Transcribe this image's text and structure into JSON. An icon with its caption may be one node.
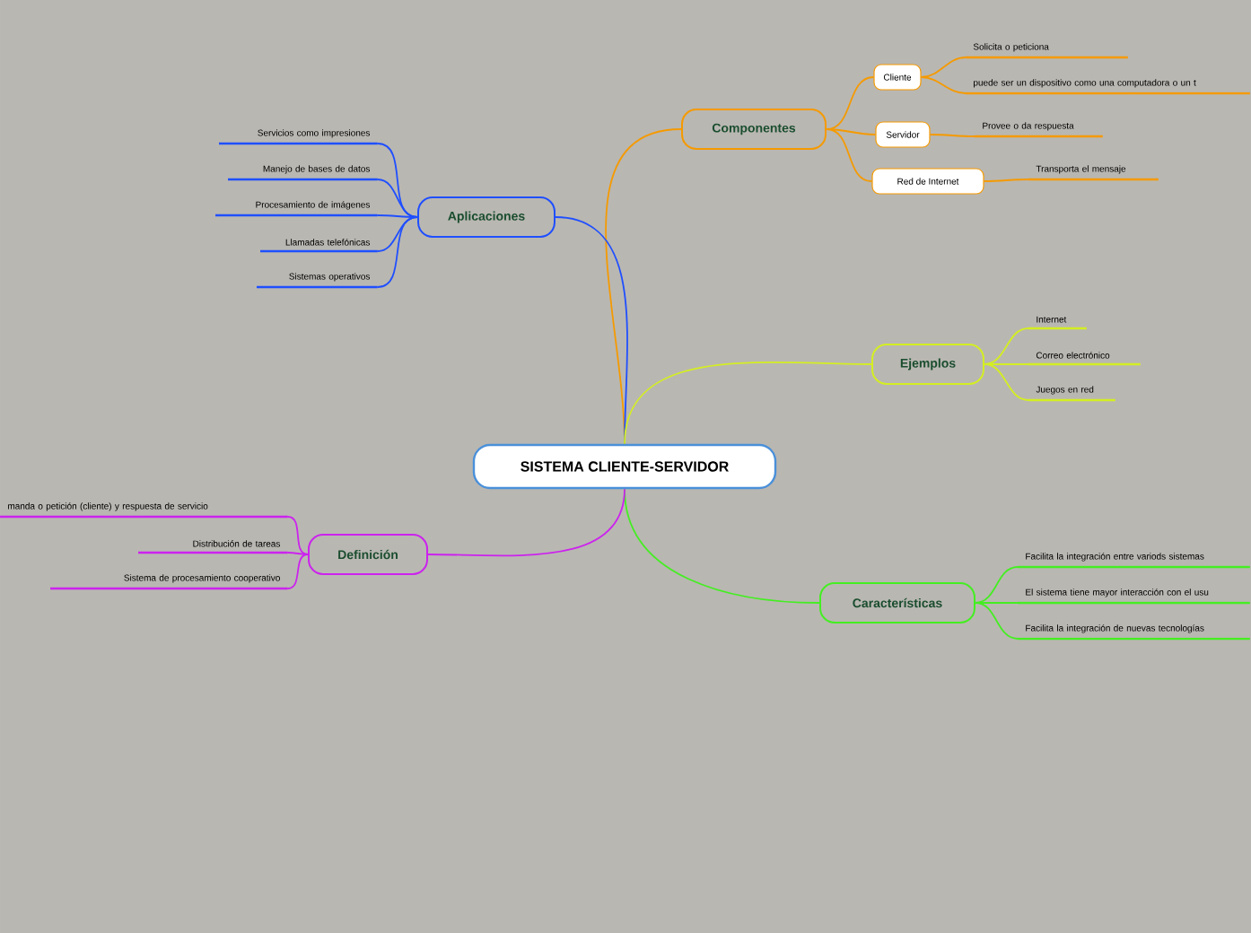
{
  "diagram": {
    "nodes": [
      {
        "text": [
          "SISTEMA CLIENTE-SERVIDOR"
        ]
      },
      {
        "text": [
          "Componentes"
        ]
      },
      {
        "text": [
          "Cliente"
        ]
      },
      {
        "text": [
          "Solicita o peticiona"
        ]
      },
      {
        "text": [
          "puede ser un dispositivo como una computadora o un t"
        ]
      },
      {
        "text": [
          "Servidor"
        ]
      },
      {
        "text": [
          "Provee o da respuesta"
        ]
      },
      {
        "text": [
          "Red de Internet"
        ]
      },
      {
        "text": [
          "Transporta el mensaje"
        ]
      },
      {
        "text": [
          "Aplicaciones"
        ]
      },
      {
        "text": [
          "Servicios como impresiones"
        ]
      },
      {
        "text": [
          "Manejo de bases de datos"
        ]
      },
      {
        "text": [
          "Procesamiento de imágenes"
        ]
      },
      {
        "text": [
          "Llamadas telefónicas"
        ]
      },
      {
        "text": [
          "Sistemas operativos"
        ]
      },
      {
        "text": [
          "Ejemplos"
        ]
      },
      {
        "text": [
          "Internet"
        ]
      },
      {
        "text": [
          "Correo electrónico"
        ]
      },
      {
        "text": [
          "Juegos en red"
        ]
      },
      {
        "text": [
          "Características"
        ]
      },
      {
        "text": [
          "Facilita la integración entre variods sistemas"
        ]
      },
      {
        "text": [
          "El sistema tiene mayor interacción con el usu"
        ]
      },
      {
        "text": [
          "Facilita la integración de nuevas tecnologías"
        ]
      },
      {
        "text": [
          "Definición"
        ]
      },
      {
        "text": [
          "manda o petición (cliente) y respuesta de servicio"
        ]
      },
      {
        "text": [
          "Distribución de tareas"
        ]
      },
      {
        "text": [
          "Sistema de procesamiento cooperativo"
        ]
      }
    ],
    "edges": [
      {
        "from": 0,
        "to": 1,
        "arrow": "none",
        "color": "#f59a00"
      },
      {
        "from": 1,
        "to": 2,
        "arrow": "none",
        "color": "#f59a00"
      },
      {
        "from": 2,
        "to": 3,
        "arrow": "none",
        "color": "#f59a00"
      },
      {
        "from": 2,
        "to": 4,
        "arrow": "none",
        "color": "#f59a00"
      },
      {
        "from": 1,
        "to": 5,
        "arrow": "none",
        "color": "#f59a00"
      },
      {
        "from": 5,
        "to": 6,
        "arrow": "none",
        "color": "#f59a00"
      },
      {
        "from": 1,
        "to": 7,
        "arrow": "none",
        "color": "#f59a00"
      },
      {
        "from": 7,
        "to": 8,
        "arrow": "none",
        "color": "#f59a00"
      },
      {
        "from": 0,
        "to": 9,
        "arrow": "none",
        "color": "#1f4fff"
      },
      {
        "from": 9,
        "to": 10,
        "arrow": "none",
        "color": "#1f4fff"
      },
      {
        "from": 9,
        "to": 11,
        "arrow": "none",
        "color": "#1f4fff"
      },
      {
        "from": 9,
        "to": 12,
        "arrow": "none",
        "color": "#1f4fff"
      },
      {
        "from": 9,
        "to": 13,
        "arrow": "none",
        "color": "#1f4fff"
      },
      {
        "from": 9,
        "to": 14,
        "arrow": "none",
        "color": "#1f4fff"
      },
      {
        "from": 0,
        "to": 15,
        "arrow": "none",
        "color": "#d4ee22"
      },
      {
        "from": 15,
        "to": 16,
        "arrow": "none",
        "color": "#d4ee22"
      },
      {
        "from": 15,
        "to": 17,
        "arrow": "none",
        "color": "#d4ee22"
      },
      {
        "from": 15,
        "to": 18,
        "arrow": "none",
        "color": "#d4ee22"
      },
      {
        "from": 0,
        "to": 19,
        "arrow": "none",
        "color": "#44ee22"
      },
      {
        "from": 19,
        "to": 20,
        "arrow": "none",
        "color": "#44ee22"
      },
      {
        "from": 19,
        "to": 21,
        "arrow": "none",
        "color": "#44ee22"
      },
      {
        "from": 19,
        "to": 22,
        "arrow": "none",
        "color": "#44ee22"
      },
      {
        "from": 0,
        "to": 23,
        "arrow": "none",
        "color": "#cc22ee"
      },
      {
        "from": 23,
        "to": 24,
        "arrow": "none",
        "color": "#cc22ee"
      },
      {
        "from": 23,
        "to": 25,
        "arrow": "none",
        "color": "#cc22ee"
      },
      {
        "from": 23,
        "to": 26,
        "arrow": "none",
        "color": "#cc22ee"
      }
    ]
  }
}
